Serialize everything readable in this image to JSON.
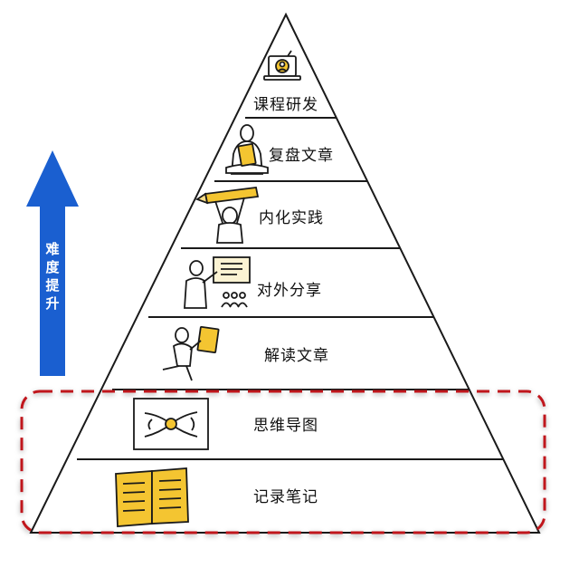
{
  "arrow": {
    "label_chars": [
      "难",
      "度",
      "提",
      "升"
    ],
    "color": "#1a5fd0"
  },
  "levels": [
    {
      "label": "课程研发",
      "icon": "laptop-presenter-icon"
    },
    {
      "label": "复盘文章",
      "icon": "person-holding-notes-icon"
    },
    {
      "label": "内化实践",
      "icon": "person-lifting-pencil-icon"
    },
    {
      "label": "对外分享",
      "icon": "person-presenting-board-icon"
    },
    {
      "label": "解读文章",
      "icon": "person-reading-paper-icon"
    },
    {
      "label": "思维导图",
      "icon": "mind-map-icon"
    },
    {
      "label": "记录笔记",
      "icon": "open-book-icon"
    }
  ],
  "highlight": {
    "color": "#c0161d",
    "levels_covered": [
      6,
      7
    ]
  },
  "colors": {
    "icon_yellow": "#f4c531",
    "line": "#1a1a1a"
  }
}
